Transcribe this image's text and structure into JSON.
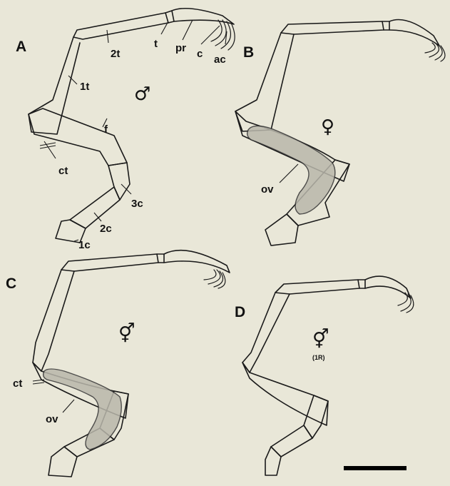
{
  "panels": {
    "a": {
      "letter": "A",
      "sex_symbol": "♂"
    },
    "b": {
      "letter": "B",
      "sex_symbol": "♀"
    },
    "c": {
      "letter": "C",
      "sex_symbol": "⚥"
    },
    "d": {
      "letter": "D",
      "sex_symbol": "⚥",
      "note": "(1R)"
    }
  },
  "labels": {
    "t": "t",
    "pr": "pr",
    "c": "c",
    "ac": "ac",
    "t2": "2t",
    "t1": "1t",
    "f": "f",
    "ct": "ct",
    "c3": "3c",
    "c2": "2c",
    "c1": "1c",
    "ov": "ov"
  }
}
